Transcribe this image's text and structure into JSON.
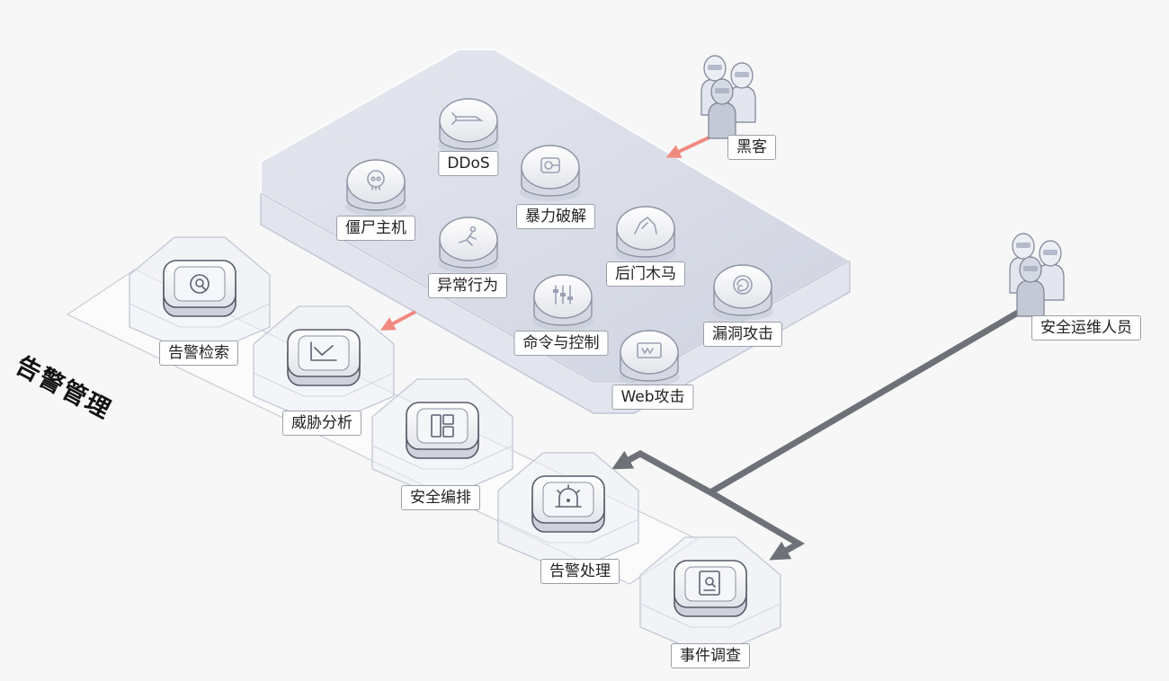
{
  "threats": [
    {
      "label": "DDoS",
      "icon": "missile-icon"
    },
    {
      "label": "暴力破解",
      "icon": "key-icon"
    },
    {
      "label": "僵尸主机",
      "icon": "skull-icon"
    },
    {
      "label": "异常行为",
      "icon": "running-person-icon"
    },
    {
      "label": "后门木马",
      "icon": "trojan-icon"
    },
    {
      "label": "命令与控制",
      "icon": "sliders-icon"
    },
    {
      "label": "漏洞攻击",
      "icon": "vortex-icon"
    },
    {
      "label": "Web攻击",
      "icon": "web-icon"
    }
  ],
  "actors": {
    "hacker": {
      "label": "黑客",
      "icon": "hacker-group-icon"
    },
    "ops": {
      "label": "安全运维人员",
      "icon": "ops-group-icon"
    }
  },
  "alert_management": {
    "title": "告警管理",
    "steps": [
      {
        "label": "告警检索",
        "icon": "search-icon"
      },
      {
        "label": "威胁分析",
        "icon": "analysis-icon"
      },
      {
        "label": "安全编排",
        "icon": "layout-icon"
      },
      {
        "label": "告警处理",
        "icon": "alarm-icon"
      }
    ]
  },
  "investigation": {
    "label": "事件调查",
    "icon": "document-search-icon"
  },
  "colors": {
    "attack_arrow": "#f08a80",
    "flow_arrow": "#6e7178",
    "platform_fill": "#dde0ea",
    "platform_edge": "#c3c8d6"
  }
}
